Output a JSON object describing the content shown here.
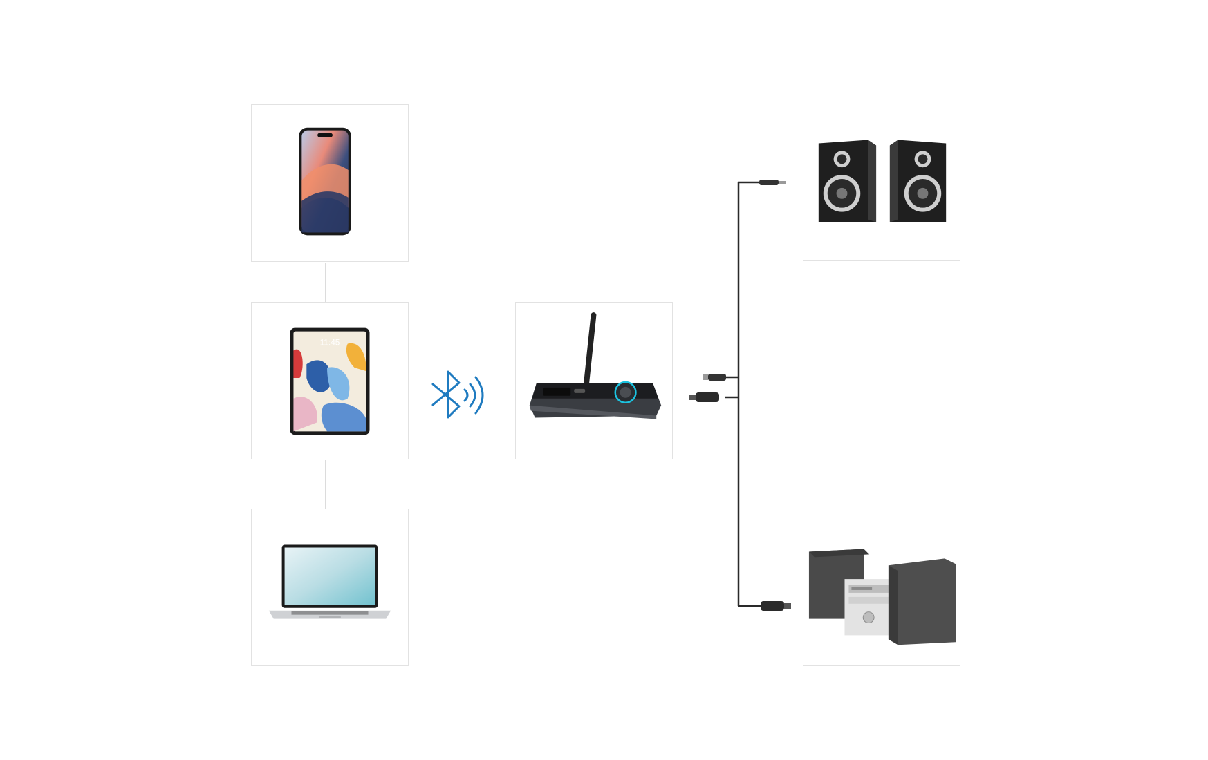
{
  "diagram": {
    "sources": [
      {
        "id": "smartphone",
        "icon": "smartphone-icon"
      },
      {
        "id": "tablet",
        "icon": "tablet-icon",
        "screen_time": "11:45"
      },
      {
        "id": "laptop",
        "icon": "laptop-icon"
      }
    ],
    "hub": {
      "id": "bluetooth-transceiver",
      "icon": "bluetooth-transceiver-icon"
    },
    "link": {
      "icon": "bluetooth-wireless-icon",
      "color": "#1f7bc0"
    },
    "outputs": [
      {
        "id": "bookshelf-speakers",
        "icon": "speakers-icon",
        "connector": "3.5mm-jack"
      },
      {
        "id": "stereo-system",
        "icon": "hifi-system-icon",
        "connector": "optical-toslink"
      }
    ],
    "colors": {
      "panel_border": "#e2e2e2",
      "connector_line": "#dcdcdc",
      "cable": "#2a2a2a"
    }
  }
}
